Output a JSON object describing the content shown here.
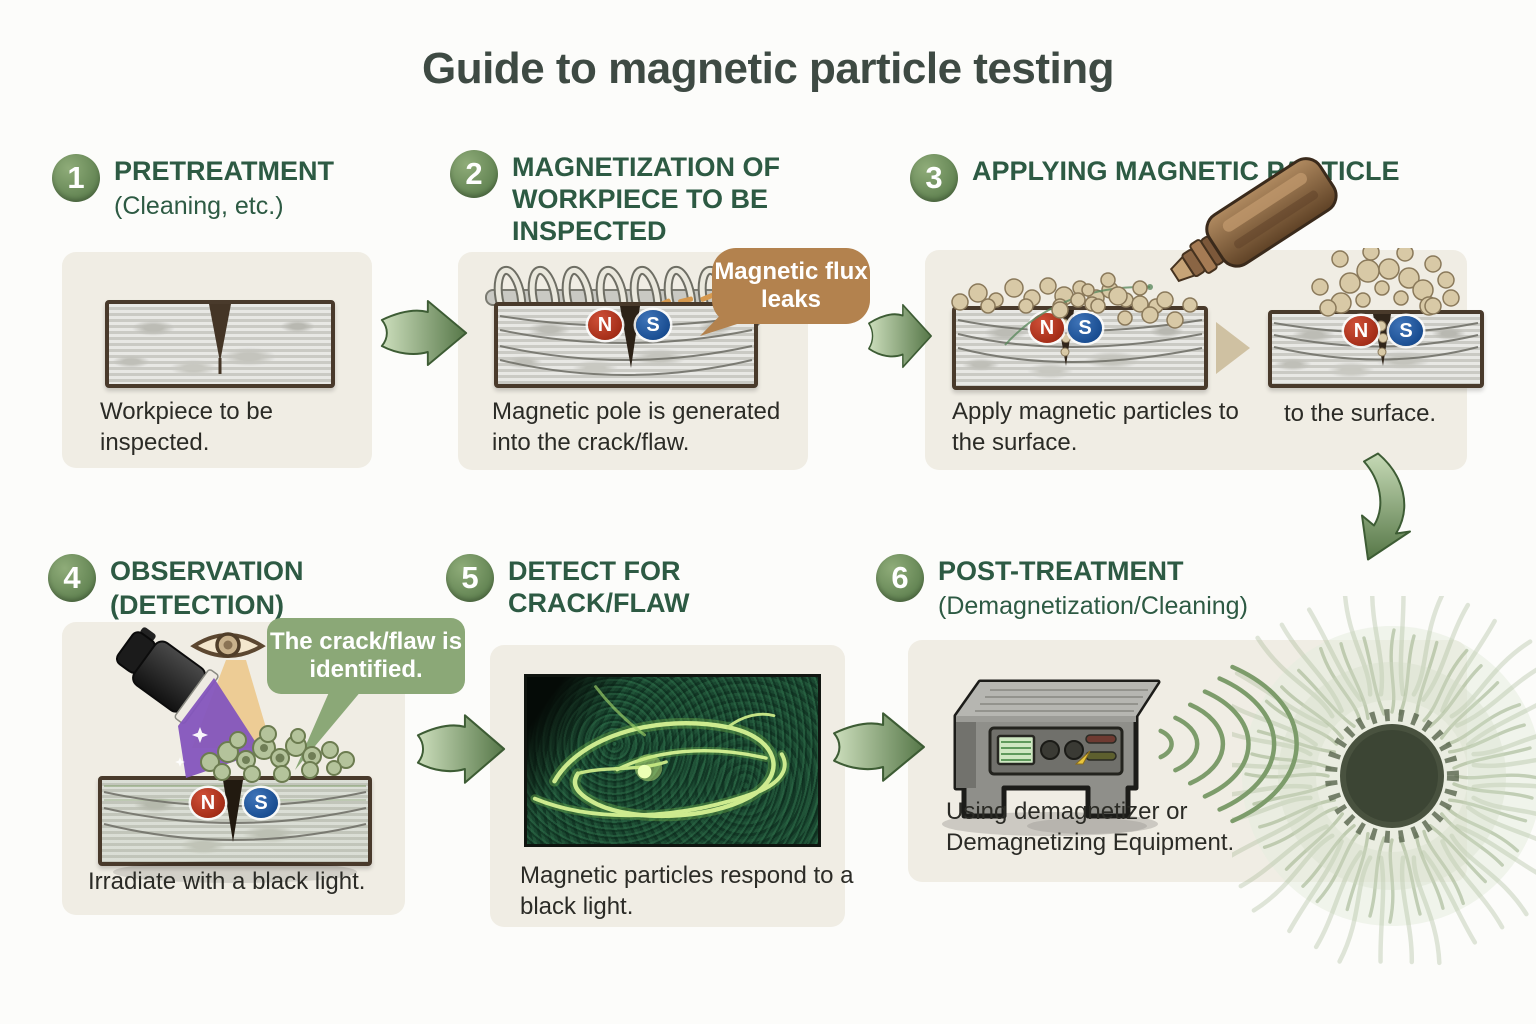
{
  "title": "Guide to magnetic particle testing",
  "steps": [
    {
      "number": "1",
      "title": "PRETREATMENT",
      "subtitle": "(Cleaning, etc.)",
      "caption": "Workpiece to be inspected."
    },
    {
      "number": "2",
      "title": "MAGNETIZATION OF WORKPIECE TO BE INSPECTED",
      "caption": "Magnetic pole is generated into the crack/flaw.",
      "bubble": "Magnetic flux leaks"
    },
    {
      "number": "3",
      "title": "APPLYING MAGNETIC PARTICLE",
      "caption_left": "Apply magnetic particles to the surface.",
      "caption_right": "to the surface."
    },
    {
      "number": "4",
      "title": "OBSERVATION",
      "subtitle": "(DETECTION)",
      "caption": "Irradiate with a black light.",
      "bubble": "The crack/flaw is identified."
    },
    {
      "number": "5",
      "title": "DETECT FOR CRACK/FLAW",
      "caption": "Magnetic particles respond to a black light."
    },
    {
      "number": "6",
      "title": "POST-TREATMENT",
      "subtitle": "(Demagnetization/Cleaning)",
      "caption": "Using demagnetizer or Demagnetizing Equipment."
    }
  ],
  "labels": {
    "north": "N",
    "south": "S"
  },
  "icons": {
    "flow_arrow": "arrow-right-icon",
    "flow_arrow_down": "arrow-curved-down-icon",
    "coil": "magnetizing-coil-icon",
    "bottle": "particle-bottle-icon",
    "eye": "eye-icon",
    "uv_light": "uv-flashlight-icon",
    "demagnetizer": "demagnetizer-icon",
    "waves": "demagnetizing-waves-icon",
    "fluorescent_photo": "fluorescent-crack-photo"
  },
  "colors": {
    "header_green": "#2d5a43",
    "title_gray_green": "#3e4a43",
    "step_circle_green": "#6c8d5c",
    "panel_bg": "#f0ede4",
    "arrow_green": "#5a7c4b",
    "bubble_tan": "#b3824e",
    "bubble_green": "#8ba877",
    "pole_red": "#b5331f",
    "pole_blue": "#1f4f97",
    "caption_text": "#2b2b26",
    "fluorescent_green": "#d6f294"
  }
}
